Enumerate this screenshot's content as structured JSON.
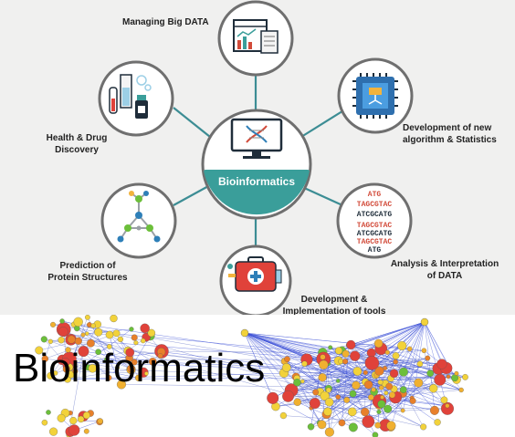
{
  "hub": {
    "label": "Bioinformatics"
  },
  "nodes": [
    {
      "id": "big-data",
      "label_lines": [
        "Managing Big DATA"
      ]
    },
    {
      "id": "algorithm",
      "label_lines": [
        "Development of new",
        "algorithm & Statistics"
      ]
    },
    {
      "id": "analysis",
      "label_lines": [
        "Analysis & Interpretation",
        "of DATA"
      ]
    },
    {
      "id": "tools",
      "label_lines": [
        "Development &",
        "Implementation of tools"
      ]
    },
    {
      "id": "protein",
      "label_lines": [
        "Prediction of",
        "Protein Structures"
      ]
    },
    {
      "id": "health",
      "label_lines": [
        "Health & Drug",
        "Discovery"
      ]
    }
  ],
  "sequence_lines": [
    "ATG",
    "TAGCGTAC",
    "ATCGCATG",
    "TAGCGTAC",
    "ATCGCATG",
    "TAGCGTAC",
    "ATG"
  ],
  "banner": {
    "title": "Bioinformatics"
  },
  "colors": {
    "teal": "#3a9e9a",
    "connector": "#3c8d94",
    "ring": "#6f6f6f",
    "label_text": "#222222"
  }
}
